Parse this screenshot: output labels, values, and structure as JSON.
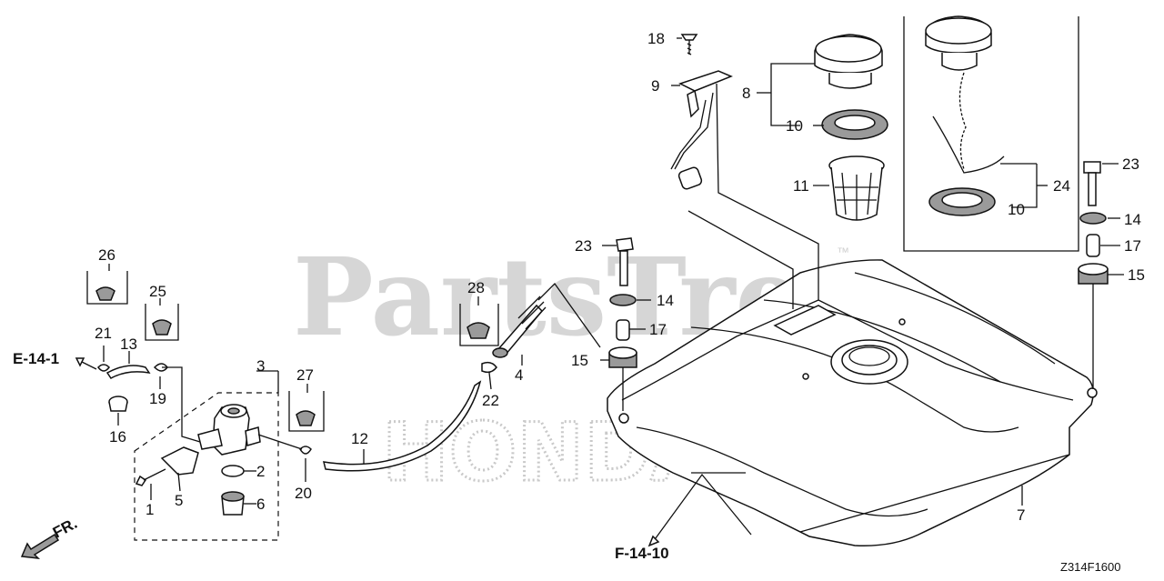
{
  "watermark": {
    "text": "PartsTree",
    "trademark": "™",
    "brand": "HONDA"
  },
  "references": {
    "e_ref": "E-14-1",
    "f_ref": "F-14-10",
    "front": "FR."
  },
  "diagram_code": "Z314F1600",
  "callouts": {
    "c1": "1",
    "c2": "2",
    "c3": "3",
    "c4": "4",
    "c5": "5",
    "c6": "6",
    "c7": "7",
    "c8": "8",
    "c9": "9",
    "c10a": "10",
    "c10b": "10",
    "c11": "11",
    "c12": "12",
    "c13": "13",
    "c14a": "14",
    "c14b": "14",
    "c15a": "15",
    "c15b": "15",
    "c16": "16",
    "c17a": "17",
    "c17b": "17",
    "c18": "18",
    "c19": "19",
    "c20": "20",
    "c21": "21",
    "c22": "22",
    "c23a": "23",
    "c23b": "23",
    "c24": "24",
    "c25": "25",
    "c26": "26",
    "c27": "27",
    "c28": "28"
  },
  "colors": {
    "line": "#111111",
    "watermark": "#d6d6d6",
    "part_shade": "#9a9a9a"
  }
}
